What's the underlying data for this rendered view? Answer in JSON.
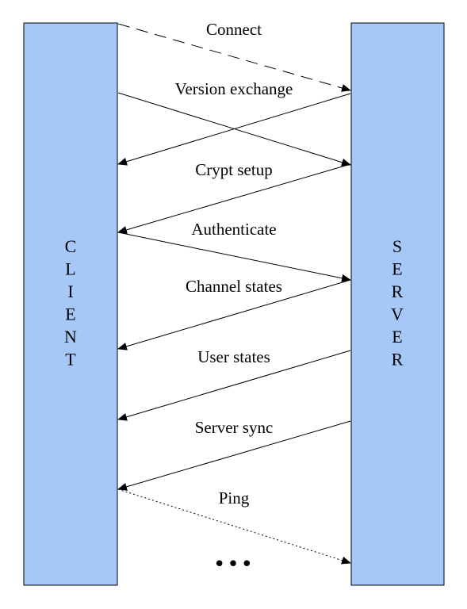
{
  "colors": {
    "column_fill": "#a6c8f8",
    "column_stroke": "#000000",
    "line": "#000000"
  },
  "client": {
    "label": "CLIENT"
  },
  "server": {
    "label": "SERVER"
  },
  "messages": [
    {
      "label": "Connect",
      "from": "client",
      "to": "server",
      "style": "dashed"
    },
    {
      "label": "Version exchange",
      "from": "client",
      "to": "server",
      "style": "solid"
    },
    {
      "label": "Version exchange",
      "from": "server",
      "to": "client",
      "style": "solid",
      "label_hidden": true
    },
    {
      "label": "Crypt setup",
      "from": "server",
      "to": "client",
      "style": "solid"
    },
    {
      "label": "Authenticate",
      "from": "client",
      "to": "server",
      "style": "solid"
    },
    {
      "label": "Channel states",
      "from": "server",
      "to": "client",
      "style": "solid"
    },
    {
      "label": "User states",
      "from": "server",
      "to": "client",
      "style": "solid"
    },
    {
      "label": "Server sync",
      "from": "server",
      "to": "client",
      "style": "solid"
    },
    {
      "label": "Ping",
      "from": "client",
      "to": "server",
      "style": "dotted"
    }
  ],
  "continuation": "•••"
}
